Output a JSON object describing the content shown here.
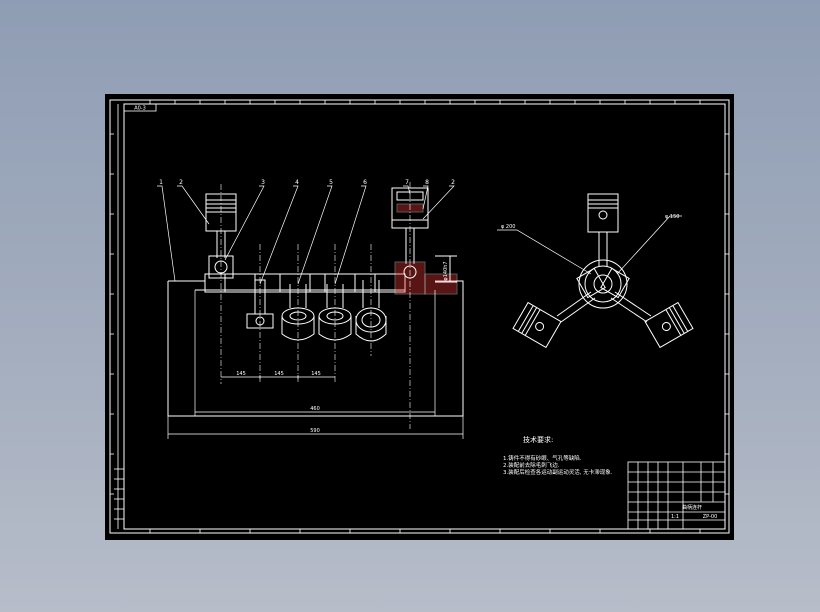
{
  "drawing": {
    "frame_label": "A0-3",
    "background_color": "#000000",
    "line_color": "#ffffff",
    "accent_color": "#ff3b3b"
  },
  "front_view": {
    "balloons": [
      "1",
      "2",
      "3",
      "4",
      "5",
      "6",
      "7",
      "8",
      "2"
    ],
    "dimensions": {
      "pitch_1": "145",
      "pitch_2": "145",
      "pitch_3": "145",
      "inner_width": "460",
      "overall_width": "590",
      "height": "φ140h7"
    }
  },
  "side_view": {
    "leader_left": "φ 200",
    "leader_right": "φ 150"
  },
  "notes": {
    "title": "技术要求:",
    "items": [
      "1.铸件不得有砂眼、气孔等缺陷.",
      "2.装配前去除毛刺飞边.",
      "3.装配后检查各运动副运动灵活, 无卡滞现象."
    ]
  },
  "title_block": {
    "part_name": "曲柄连杆",
    "scale": "1:1",
    "drawing_no": "ZP-00"
  }
}
